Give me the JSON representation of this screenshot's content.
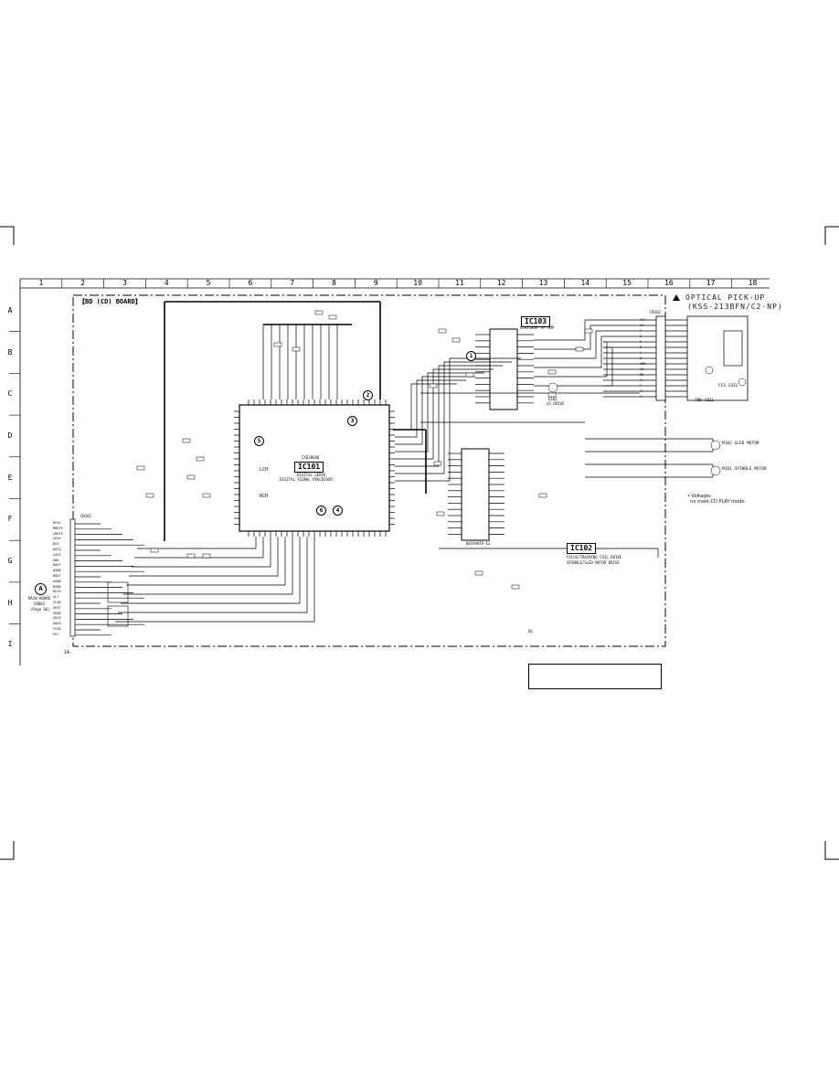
{
  "column_numbers": [
    "1",
    "2",
    "3",
    "4",
    "5",
    "6",
    "7",
    "8",
    "9",
    "10",
    "11",
    "12",
    "13",
    "14",
    "15",
    "16",
    "17",
    "18"
  ],
  "row_letters": [
    "A",
    "B",
    "C",
    "D",
    "E",
    "F",
    "G",
    "H",
    "I"
  ],
  "board_title": "【BD (CD) BOARD】",
  "optical_pickup": {
    "warning_icon": "warning-triangle-icon",
    "line1": "OPTICAL PICK-UP",
    "line2": "(KSS-213BFN/C2-NP)"
  },
  "ic101": {
    "label": "IC101",
    "part": "CXD3068Q",
    "desc1": "DIGITAL SERVO",
    "desc2": "DIGITAL SIGNAL PROCESSOR",
    "lch": "LCH",
    "rch": "RCH"
  },
  "ic102": {
    "label": "IC102",
    "part": "BA5948FP-E2",
    "desc1": "FOCUS/TRACKING COIL DRIVE",
    "desc2": "SPINDLE/SLED MOTOR DRIVE"
  },
  "ic103": {
    "label": "IC103",
    "part": "CXA2586M",
    "desc": "RF AMP"
  },
  "q101": {
    "label": "Q101",
    "desc": "LD DRIVE"
  },
  "circled_numbers": [
    "1",
    "2",
    "3",
    "4",
    "5",
    "6"
  ],
  "m_motors": {
    "sled": "M102 SLED MOTOR",
    "spindle": "M101 SPINDLE MOTOR"
  },
  "voltage_note": "• Voltages\n  no mark:CD PLAY mode",
  "connector_A": {
    "letter": "A",
    "line1": "MAIN BOARD",
    "line2": "CN803",
    "line3": "(Page 66)"
  },
  "cn101_label": "CN101",
  "cn101_pins": [
    "RFAC",
    "RMUTE",
    "LMUTE",
    "LRCK",
    "BCK",
    "DATA",
    "LOUT",
    "GND",
    "ROUT",
    "AGND",
    "ROUT",
    "AGND",
    "DGND",
    "DATA",
    "XLT",
    "CLOK",
    "XRST",
    "SENS",
    "SQCK",
    "SQSO",
    "SCOR",
    "VCC"
  ],
  "cn102_label": "CN102",
  "cn102_pins": [
    "VCC",
    "VC",
    "F",
    "E",
    "A",
    "B",
    "C",
    "D",
    "GND",
    "LD",
    "MD",
    "F+",
    "F-",
    "T+",
    "T-"
  ],
  "bottom_left_tag": "1A",
  "page_marker": "66",
  "focus_coil": "FCS COIL",
  "tracking_coil": "TRK COIL"
}
